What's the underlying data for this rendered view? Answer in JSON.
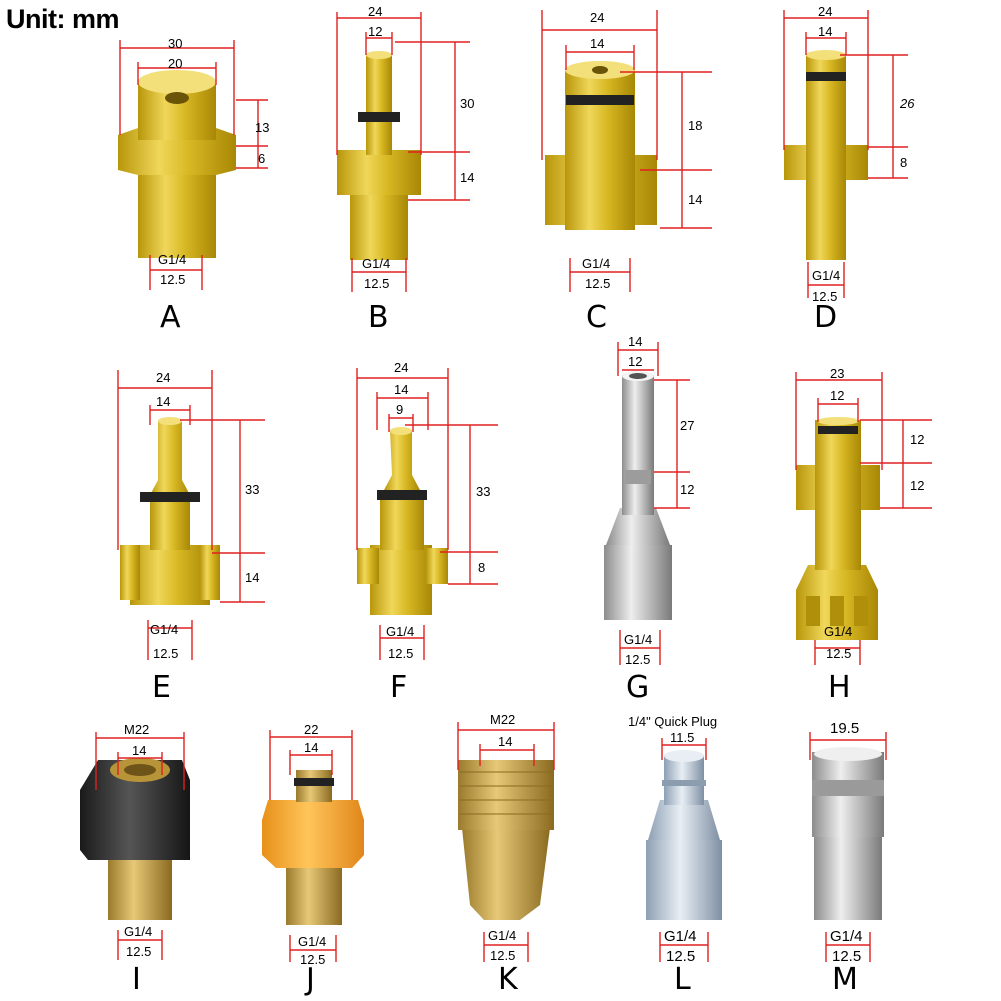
{
  "header": {
    "unit": "Unit: mm"
  },
  "colors": {
    "dimension": "#e02020",
    "gold": "#d4b21c",
    "brass": "#c9a33d",
    "steel": "#c8c8c8",
    "black": "#2a2a2a",
    "orange": "#f6a62a"
  },
  "items": [
    {
      "letter": "A",
      "dims": [
        "30",
        "20",
        "13",
        "6",
        "G1/4",
        "12.5"
      ]
    },
    {
      "letter": "B",
      "dims": [
        "24",
        "12",
        "30",
        "14",
        "G1/4",
        "12.5"
      ]
    },
    {
      "letter": "C",
      "dims": [
        "24",
        "14",
        "18",
        "14",
        "G1/4",
        "12.5"
      ]
    },
    {
      "letter": "D",
      "dims": [
        "24",
        "14",
        "26",
        "8",
        "G1/4",
        "12.5"
      ]
    },
    {
      "letter": "E",
      "dims": [
        "24",
        "14",
        "33",
        "14",
        "G1/4",
        "12.5"
      ]
    },
    {
      "letter": "F",
      "dims": [
        "24",
        "14",
        "9",
        "33",
        "8",
        "G1/4",
        "12.5"
      ]
    },
    {
      "letter": "G",
      "dims": [
        "14",
        "12",
        "27",
        "12",
        "G1/4",
        "12.5"
      ]
    },
    {
      "letter": "H",
      "dims": [
        "23",
        "12",
        "12",
        "12",
        "G1/4",
        "12.5"
      ]
    },
    {
      "letter": "I",
      "dims": [
        "M22",
        "14",
        "G1/4",
        "12.5"
      ]
    },
    {
      "letter": "J",
      "dims": [
        "22",
        "14",
        "G1/4",
        "12.5"
      ]
    },
    {
      "letter": "K",
      "dims": [
        "M22",
        "14",
        "G1/4",
        "12.5"
      ]
    },
    {
      "letter": "L",
      "dims": [
        "1/4\" Quick Plug",
        "11.5",
        "G1/4",
        "12.5"
      ]
    },
    {
      "letter": "M",
      "dims": [
        "19.5",
        "G1/4",
        "12.5"
      ]
    }
  ]
}
